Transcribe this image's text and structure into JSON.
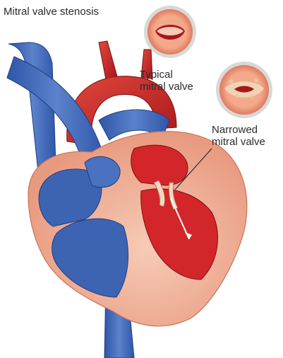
{
  "title": "Mitral valve stenosis",
  "labels": {
    "typical_line1": "Typical",
    "typical_line2": "mitral valve",
    "narrowed_line1": "Narrowed",
    "narrowed_line2": "mitral valve"
  },
  "colors": {
    "oxygenated_blood": "#d3262a",
    "deoxygenated_blood": "#3d64b3",
    "heart_wall": "#f3b8a2",
    "inset_ring": "#d8d8d8"
  }
}
